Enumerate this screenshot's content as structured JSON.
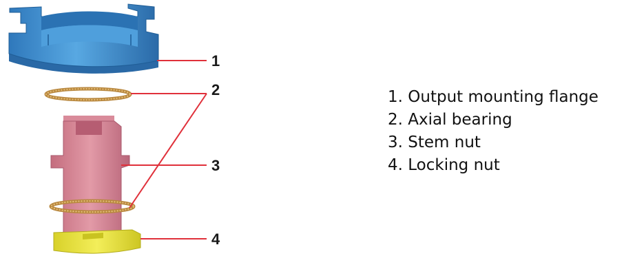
{
  "callouts": [
    "1",
    "2",
    "3",
    "4"
  ],
  "legend": [
    {
      "number": "1.",
      "label": "Output mounting flange"
    },
    {
      "number": "2.",
      "label": "Axial bearing"
    },
    {
      "number": "3.",
      "label": "Stem nut"
    },
    {
      "number": "4.",
      "label": "Locking nut"
    }
  ],
  "colors": {
    "flange": "#3d8fd0",
    "bearing": "#c99a52",
    "stem_nut": "#cf7e8e",
    "locking_nut": "#e6e03a",
    "leader_line": "#e0303a"
  }
}
